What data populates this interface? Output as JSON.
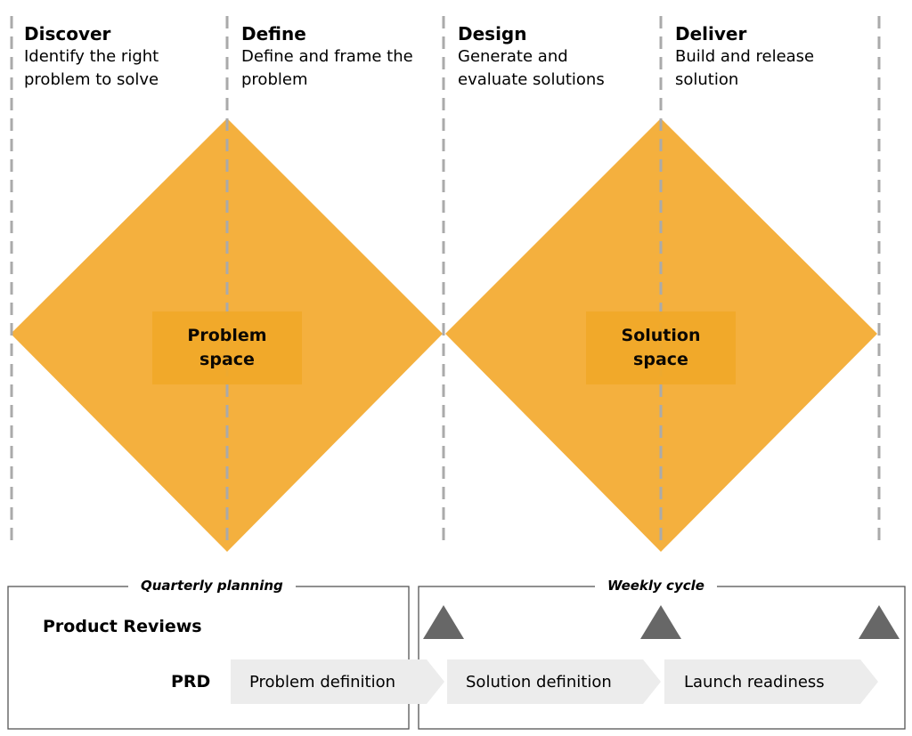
{
  "phases": [
    {
      "title": "Discover",
      "description": "Identify the right\nproblem to solve"
    },
    {
      "title": "Define",
      "description": "Define and frame the\nproblem"
    },
    {
      "title": "Design",
      "description": "Generate and\nevaluate solutions"
    },
    {
      "title": "Deliver",
      "description": "Build and release\nsolution"
    }
  ],
  "diamonds": [
    {
      "label": "Problem\nspace"
    },
    {
      "label": "Solution\nspace"
    }
  ],
  "colors": {
    "diamond": "#f4b03e",
    "divider": "#aaaaaa",
    "marker": "#676767",
    "step": "#ececec",
    "box_border": "#555555"
  },
  "timeline": {
    "boxes": [
      {
        "title": "Quarterly planning"
      },
      {
        "title": "Weekly cycle"
      }
    ],
    "rows": {
      "reviews": "Product Reviews",
      "prd": "PRD"
    },
    "steps": [
      "Problem definition",
      "Solution definition",
      "Launch readiness"
    ]
  }
}
